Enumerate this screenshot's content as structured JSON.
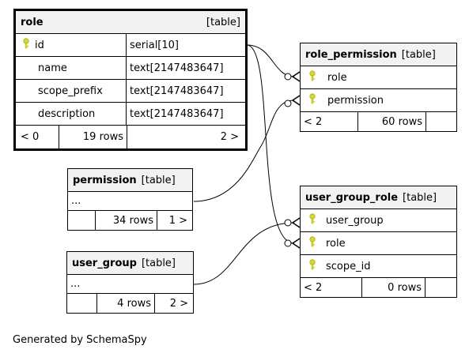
{
  "tables": {
    "role": {
      "name": "role",
      "type": "[table]",
      "columns": [
        {
          "name": "id",
          "dtype": "serial[10]",
          "key": true
        },
        {
          "name": "name",
          "dtype": "text[2147483647]",
          "key": false
        },
        {
          "name": "scope_prefix",
          "dtype": "text[2147483647]",
          "key": false
        },
        {
          "name": "description",
          "dtype": "text[2147483647]",
          "key": false
        }
      ],
      "footer": {
        "parents": "< 0",
        "rows": "19 rows",
        "children": "2 >"
      }
    },
    "role_permission": {
      "name": "role_permission",
      "type": "[table]",
      "columns": [
        {
          "name": "role",
          "key": true
        },
        {
          "name": "permission",
          "key": true
        }
      ],
      "footer": {
        "parents": "< 2",
        "rows": "60 rows",
        "children": ""
      }
    },
    "permission": {
      "name": "permission",
      "type": "[table]",
      "ellipsis": "...",
      "footer": {
        "parents": "",
        "rows": "34 rows",
        "children": "1 >"
      }
    },
    "user_group_role": {
      "name": "user_group_role",
      "type": "[table]",
      "columns": [
        {
          "name": "user_group",
          "key": true
        },
        {
          "name": "role",
          "key": true
        },
        {
          "name": "scope_id",
          "key": true
        }
      ],
      "footer": {
        "parents": "< 2",
        "rows": "0 rows",
        "children": ""
      }
    },
    "user_group": {
      "name": "user_group",
      "type": "[table]",
      "ellipsis": "...",
      "footer": {
        "parents": "",
        "rows": "4 rows",
        "children": "2 >"
      }
    }
  },
  "colors": {
    "header_bg": "#f2f2f2",
    "key_icon": "#d9d92a",
    "line": "#000000"
  },
  "icons": {
    "key": "key-icon"
  },
  "generated_by": "Generated by SchemaSpy"
}
